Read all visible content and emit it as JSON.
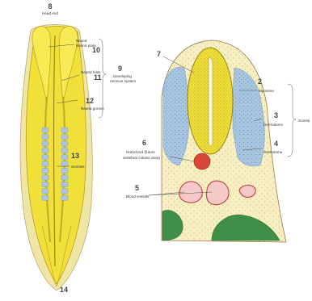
{
  "left_figure": {
    "head_end": {
      "number": "8",
      "label": "Head end"
    },
    "neural_plate": {
      "number": "10",
      "label": "Neural plate"
    },
    "neural_folds": {
      "number": "11",
      "label": "Neural folds"
    },
    "neural_groove": {
      "number": "12",
      "label": "Neural groove"
    },
    "developing_nervous_system": {
      "number": "9",
      "label_line1": "Developing",
      "label_line2": "nervous system"
    },
    "somites": {
      "number": "13",
      "label": "Somites"
    },
    "tail_end": {
      "number": "14"
    }
  },
  "right_figure": {
    "neural_tube": {
      "number": "7"
    },
    "myotome": {
      "number": "2",
      "label": "Myotome"
    },
    "dermatome": {
      "number": "3",
      "label": "Dermatome"
    },
    "sclerotome": {
      "number": "4",
      "label": "Sclerotome"
    },
    "somite_group": {
      "label": "Somite"
    },
    "notochord": {
      "number": "6",
      "label_line1": "Notochord (future",
      "label_line2": "vertebral column area)"
    },
    "blood_vessels": {
      "number": "5",
      "label": "Blood vessels"
    }
  },
  "colors": {
    "yellow": "#f2e23a",
    "yellow_dark": "#c9b21a",
    "blue": "#a9c6e0",
    "mesenchyme": "#f7efc2",
    "red": "#d8473a",
    "pink": "#f6c9c9",
    "green": "#3f8f48"
  }
}
